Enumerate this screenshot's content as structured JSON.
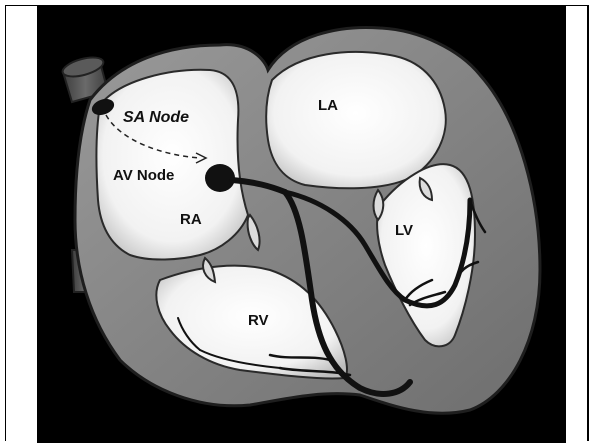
{
  "labels": {
    "sa_node": "SA Node",
    "av_node": "AV Node",
    "la": "LA",
    "ra": "RA",
    "lv": "LV",
    "rv": "RV"
  },
  "colors": {
    "background": "#000000",
    "heart_wall": "#7d7d7d",
    "chamber": "#ffffff",
    "conduction": "#111111",
    "vessel": "#555555"
  }
}
